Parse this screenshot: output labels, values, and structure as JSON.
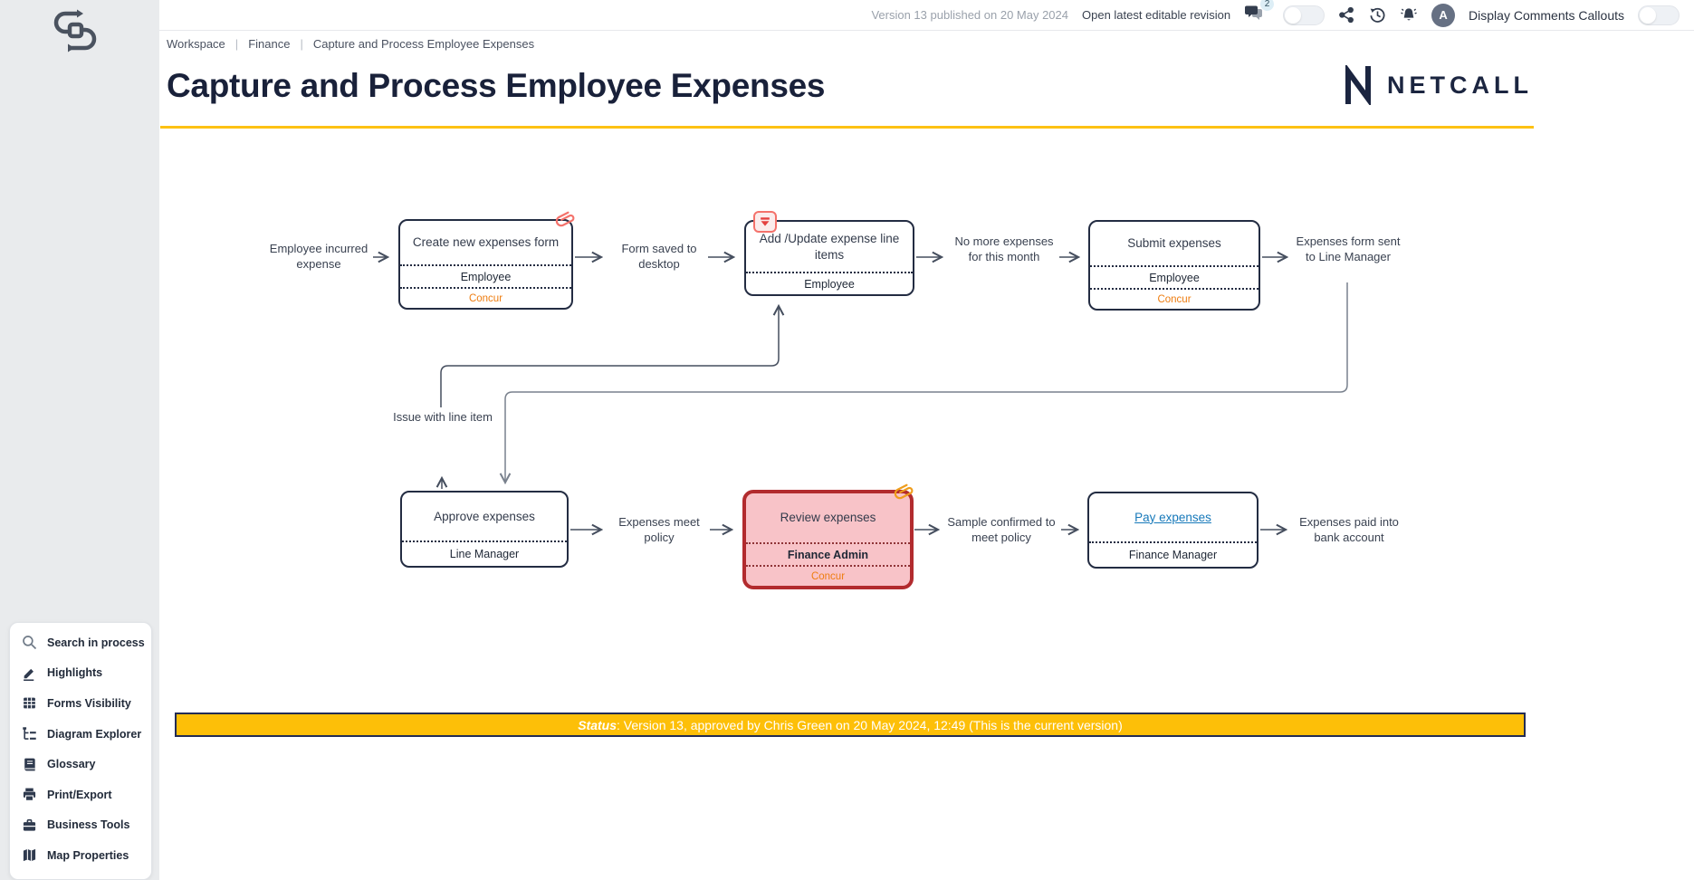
{
  "topbar": {
    "version_text": "Version 13 published on 20 May 2024",
    "open_latest": "Open latest editable revision",
    "comments_count": "2",
    "avatar_initial": "A",
    "display_comments_label": "Display Comments Callouts"
  },
  "breadcrumb": {
    "separator": "|",
    "items": [
      "Workspace",
      "Finance",
      "Capture and Process Employee Expenses"
    ]
  },
  "header": {
    "title": "Capture and Process Employee Expenses",
    "brand": "NETCALL"
  },
  "sidebar": {
    "items": [
      {
        "icon": "search-icon",
        "label": "Search in process"
      },
      {
        "icon": "highlighter-icon",
        "label": "Highlights"
      },
      {
        "icon": "grid-icon",
        "label": "Forms Visibility"
      },
      {
        "icon": "tree-icon",
        "label": "Diagram Explorer"
      },
      {
        "icon": "book-icon",
        "label": "Glossary"
      },
      {
        "icon": "printer-icon",
        "label": "Print/Export"
      },
      {
        "icon": "briefcase-icon",
        "label": "Business Tools"
      },
      {
        "icon": "map-icon",
        "label": "Map Properties"
      }
    ]
  },
  "diagram": {
    "nodes": [
      {
        "title": "Create new expenses form",
        "roles": [
          "Employee",
          "Concur"
        ],
        "attachment": "paperclip-red"
      },
      {
        "title": "Add /Update expense line items",
        "roles": [
          "Employee"
        ],
        "attachment": "dropdown-red"
      },
      {
        "title": "Submit expenses",
        "roles": [
          "Employee",
          "Concur"
        ]
      },
      {
        "title": "Approve expenses",
        "roles": [
          "Line Manager"
        ]
      },
      {
        "title": "Review expenses",
        "roles": [
          "Finance Admin",
          "Concur"
        ],
        "attachment": "paperclip-orange",
        "highlighted": true
      },
      {
        "title": "Pay expenses",
        "roles": [
          "Finance Manager"
        ],
        "link": true
      }
    ],
    "labels": [
      "Employee incurred expense",
      "Form saved to desktop",
      "No more expenses for this month",
      "Expenses form sent to Line Manager",
      "Issue with line item",
      "Expenses meet policy",
      "Sample confirmed to meet policy",
      "Expenses paid into bank account"
    ]
  },
  "status_bar": {
    "label": "Status",
    "text": ": Version 13, approved by Chris Green on 20 May 2024, 12:49 (This is the current version)"
  },
  "colors": {
    "accent_yellow": "#fdc113",
    "node_border": "#232c42",
    "review_fill": "#f8c3c8",
    "review_border": "#b22b2e",
    "concur_orange": "#ee7d11",
    "link_blue": "#1779ba",
    "status_yellow": "#fdbf08"
  }
}
